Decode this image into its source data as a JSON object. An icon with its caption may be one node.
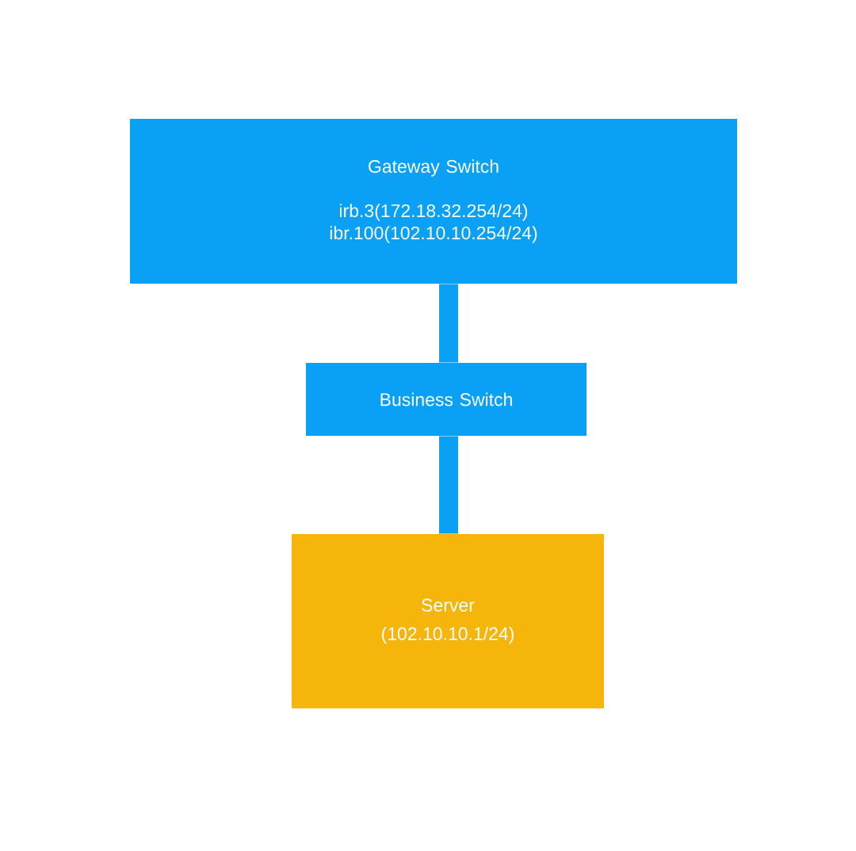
{
  "diagram": {
    "nodes": [
      {
        "text": [
          "Gateway Switch",
          "irb.3(172.18.32.254/24) ibr.100(102.10.10.254/24)"
        ]
      },
      {
        "text": [
          "Business Switch"
        ]
      },
      {
        "text": [
          "Server",
          "(102.10.10.1/24)"
        ]
      }
    ],
    "edges": [
      {
        "from": 0,
        "to": 1,
        "arrow": "none"
      },
      {
        "from": 1,
        "to": 2,
        "arrow": "none"
      }
    ]
  }
}
